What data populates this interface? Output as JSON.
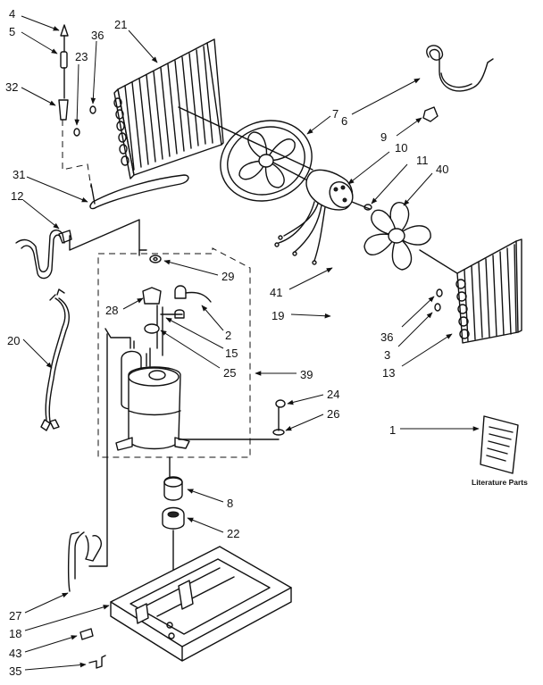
{
  "diagram": {
    "literature_label": "Literature Parts",
    "callouts": {
      "c1": "1",
      "c2": "2",
      "c3": "3",
      "c4": "4",
      "c5": "5",
      "c6": "6",
      "c7": "7",
      "c8": "8",
      "c9": "9",
      "c10": "10",
      "c11": "11",
      "c12": "12",
      "c13": "13",
      "c15": "15",
      "c18": "18",
      "c19": "19",
      "c20": "20",
      "c21": "21",
      "c22": "22",
      "c23": "23",
      "c24": "24",
      "c25": "25",
      "c26": "26",
      "c27": "27",
      "c28": "28",
      "c29": "29",
      "c31": "31",
      "c32": "32",
      "c35": "35",
      "c36a": "36",
      "c36b": "36",
      "c39": "39",
      "c40": "40",
      "c41": "41",
      "c43": "43"
    }
  }
}
